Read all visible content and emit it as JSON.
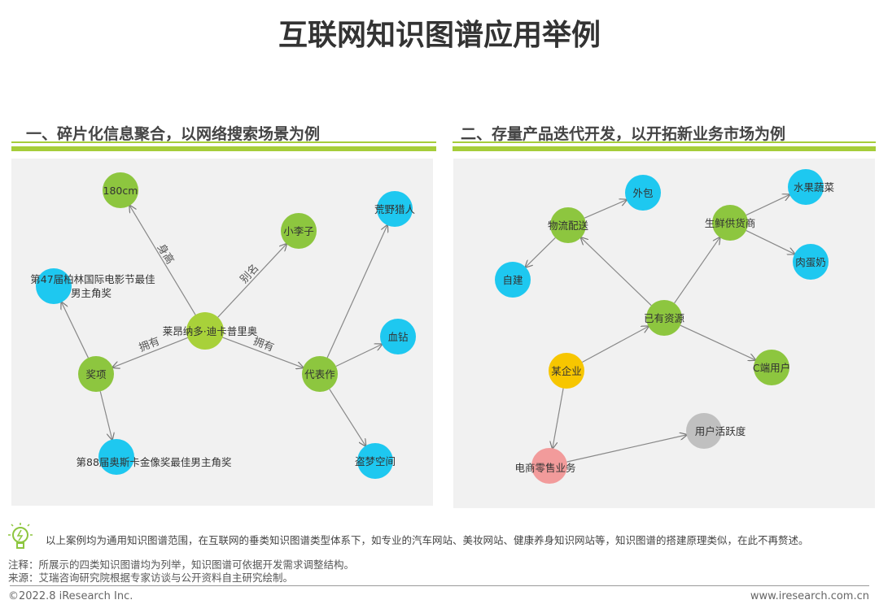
{
  "title": "互联网知识图谱应用举例",
  "left": {
    "heading": "一、碎片化信息聚合，以网络搜索场景为例",
    "nodes": [
      {
        "id": "h",
        "label": "180cm",
        "color": "#8dc63f"
      },
      {
        "id": "x",
        "label": "小李子",
        "color": "#8dc63f"
      },
      {
        "id": "y",
        "label": "荒野猎人",
        "color": "#1ec8f0"
      },
      {
        "id": "b",
        "label": "第47届柏林国际电影节最佳男主角奖",
        "color": "#1ec8f0"
      },
      {
        "id": "l",
        "label": "莱昂纳多·迪卡普里奥",
        "color": "#a8d13a"
      },
      {
        "id": "z",
        "label": "血钻",
        "color": "#1ec8f0"
      },
      {
        "id": "j",
        "label": "奖项",
        "color": "#8dc63f"
      },
      {
        "id": "d",
        "label": "代表作",
        "color": "#8dc63f"
      },
      {
        "id": "o",
        "label": "第88届奥斯卡金像奖最佳男主角奖",
        "color": "#1ec8f0"
      },
      {
        "id": "m",
        "label": "盗梦空间",
        "color": "#1ec8f0"
      }
    ],
    "edges": [
      {
        "from": "l",
        "to": "h",
        "label": "身高"
      },
      {
        "from": "l",
        "to": "x",
        "label": "别名"
      },
      {
        "from": "l",
        "to": "j",
        "label": "拥有"
      },
      {
        "from": "l",
        "to": "d",
        "label": "拥有"
      },
      {
        "from": "j",
        "to": "b",
        "label": ""
      },
      {
        "from": "j",
        "to": "o",
        "label": ""
      },
      {
        "from": "d",
        "to": "y",
        "label": ""
      },
      {
        "from": "d",
        "to": "z",
        "label": ""
      },
      {
        "from": "d",
        "to": "m",
        "label": ""
      }
    ]
  },
  "right": {
    "heading": "二、存量产品迭代开发，以开拓新业务市场为例",
    "nodes": [
      {
        "id": "wb",
        "label": "外包",
        "color": "#1ec8f0"
      },
      {
        "id": "sg",
        "label": "水果蔬菜",
        "color": "#1ec8f0"
      },
      {
        "id": "wl",
        "label": "物流配送",
        "color": "#8dc63f"
      },
      {
        "id": "sx",
        "label": "生鲜供货商",
        "color": "#8dc63f"
      },
      {
        "id": "rd",
        "label": "肉蛋奶",
        "color": "#1ec8f0"
      },
      {
        "id": "zj",
        "label": "自建",
        "color": "#1ec8f0"
      },
      {
        "id": "yy",
        "label": "已有资源",
        "color": "#8dc63f"
      },
      {
        "id": "qy",
        "label": "某企业",
        "color": "#f7c600"
      },
      {
        "id": "cd",
        "label": "C端用户",
        "color": "#8dc63f"
      },
      {
        "id": "hy",
        "label": "用户活跃度",
        "color": "#c0c0c0"
      },
      {
        "id": "ds",
        "label": "电商零售业务",
        "color": "#f29b9b"
      }
    ],
    "edges": [
      {
        "from": "wl",
        "to": "wb"
      },
      {
        "from": "wl",
        "to": "zj"
      },
      {
        "from": "yy",
        "to": "wl"
      },
      {
        "from": "yy",
        "to": "sx"
      },
      {
        "from": "sx",
        "to": "sg"
      },
      {
        "from": "sx",
        "to": "rd"
      },
      {
        "from": "yy",
        "to": "cd"
      },
      {
        "from": "qy",
        "to": "yy"
      },
      {
        "from": "qy",
        "to": "ds"
      },
      {
        "from": "ds",
        "to": "hy"
      }
    ]
  },
  "summary": "以上案例均为通用知识图谱范围，在互联网的垂类知识图谱类型体系下，如专业的汽车网站、美妆网站、健康养身知识网站等，知识图谱的搭建原理类似，在此不再赘述。",
  "note": "注释：所展示的四类知识图谱均为列举，知识图谱可依据开发需求调整结构。",
  "source": "来源：艾瑞咨询研究院根据专家访谈与公开资料自主研究绘制。",
  "copyright": "©2022.8 iResearch Inc.",
  "website": "www.iresearch.com.cn"
}
